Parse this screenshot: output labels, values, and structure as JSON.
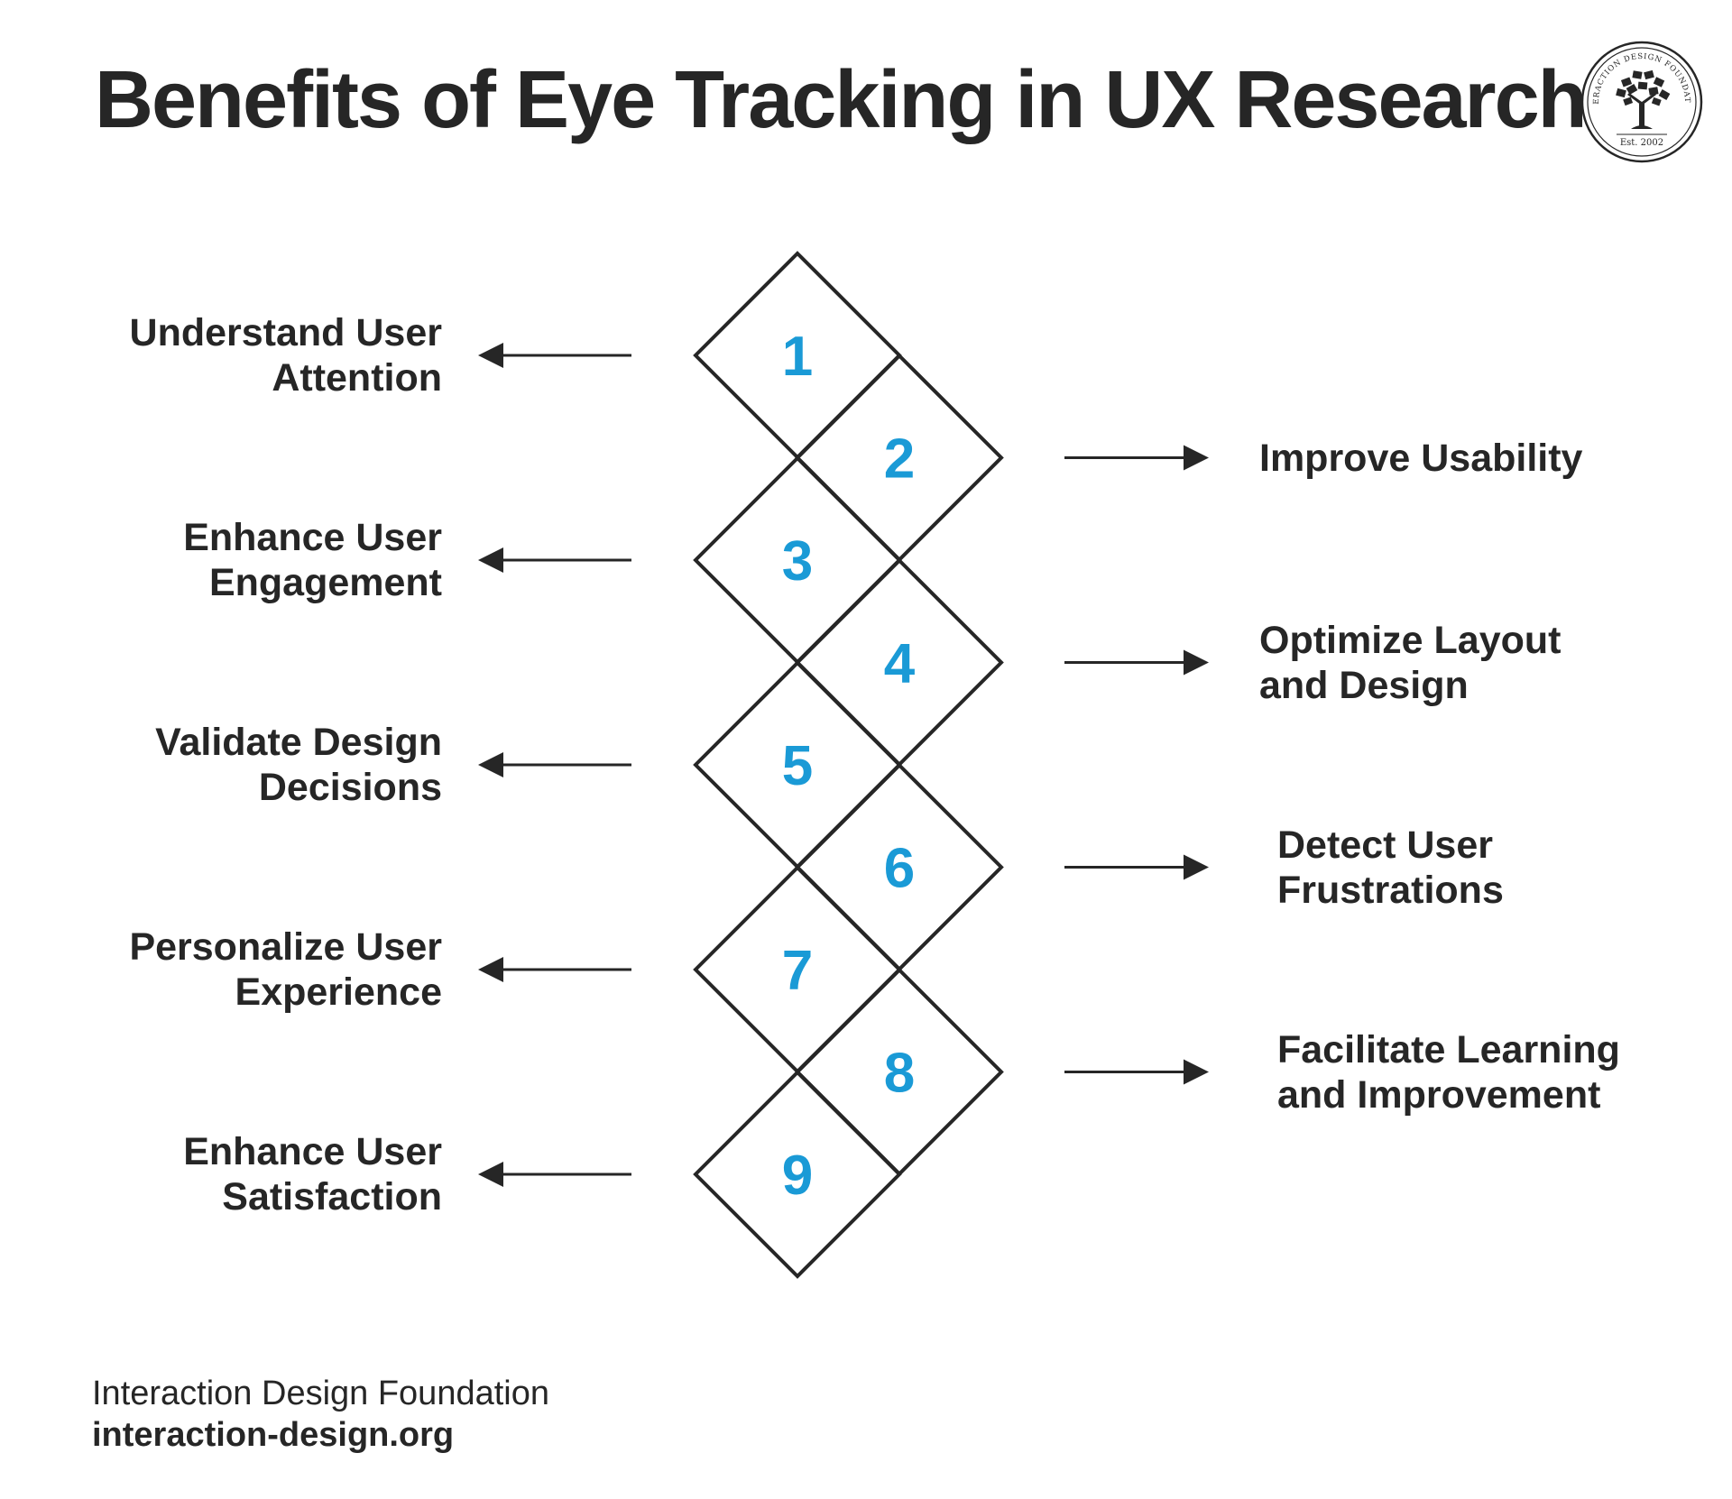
{
  "title": "Benefits of Eye Tracking in UX Research",
  "logo": {
    "ring_text": "INTERACTION DESIGN FOUNDATION",
    "est": "Est. 2002",
    "icon": "tree-icon"
  },
  "colors": {
    "number": "#1a9ad6",
    "text": "#262626",
    "stroke": "#262626"
  },
  "benefits": [
    {
      "number": "1",
      "label": "Understand User Attention"
    },
    {
      "number": "2",
      "label": "Improve Usability"
    },
    {
      "number": "3",
      "label": "Enhance User Engagement"
    },
    {
      "number": "4",
      "label": "Optimize Layout and Design"
    },
    {
      "number": "5",
      "label": "Validate Design Decisions"
    },
    {
      "number": "6",
      "label": "Detect User Frustrations"
    },
    {
      "number": "7",
      "label": "Personalize User Experience"
    },
    {
      "number": "8",
      "label": "Facilitate Learning and Improvement"
    },
    {
      "number": "9",
      "label": "Enhance User Satisfaction"
    }
  ],
  "footer": {
    "org": "Interaction Design Foundation",
    "url": "interaction-design.org"
  }
}
